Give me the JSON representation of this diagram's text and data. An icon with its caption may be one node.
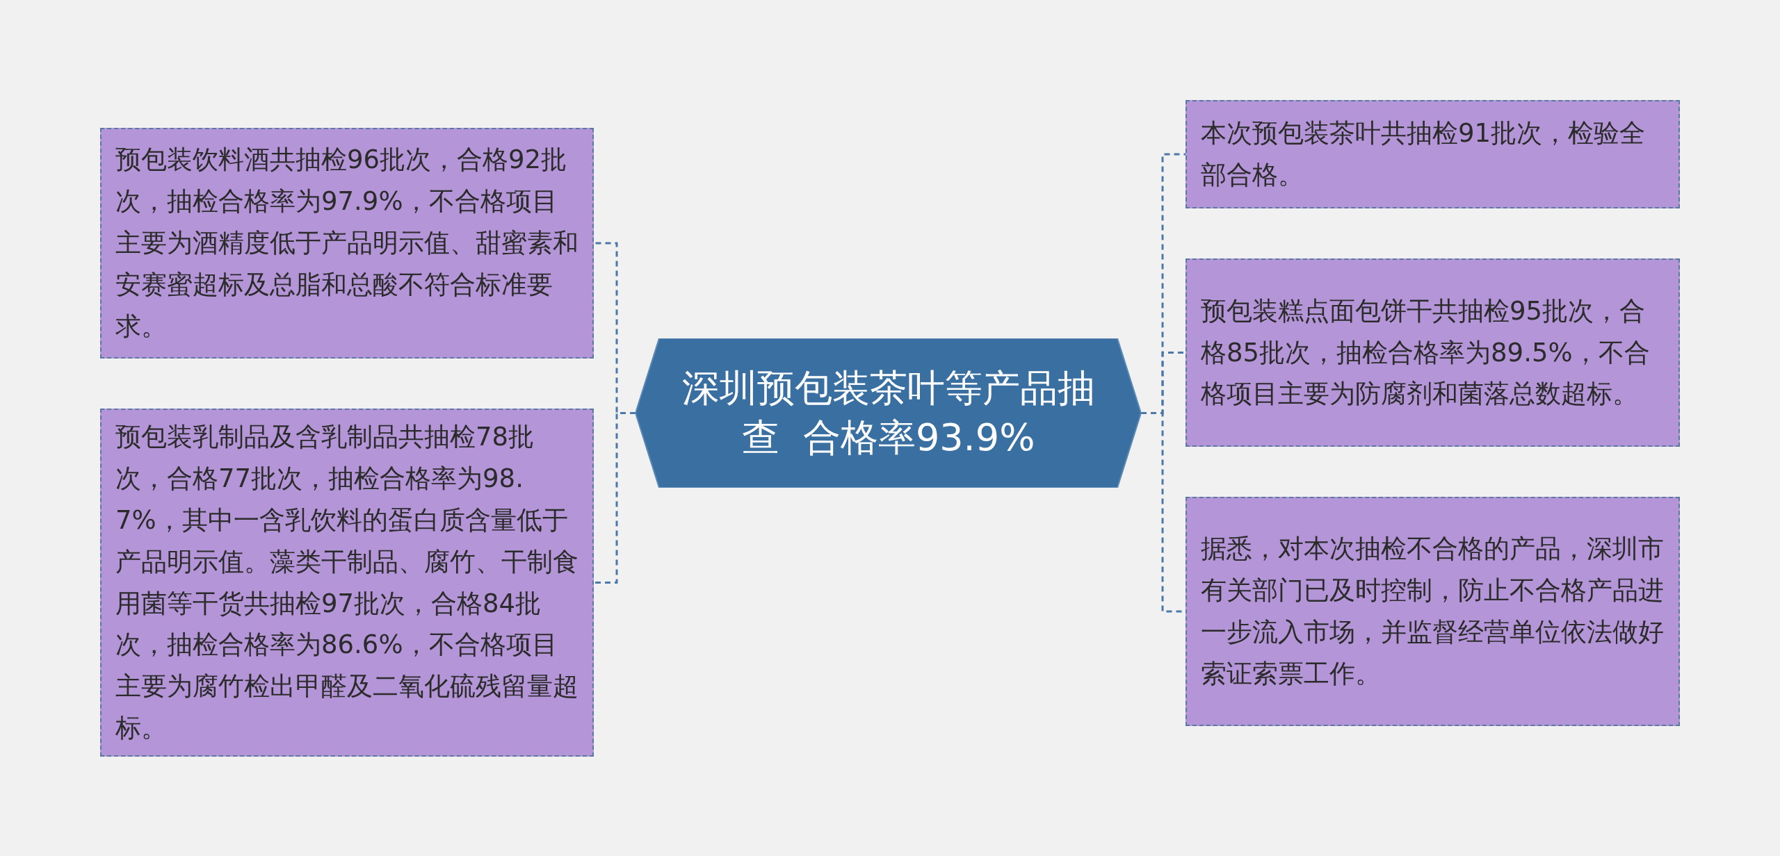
{
  "diagram": {
    "nodes": [
      {
        "text": [
          "深圳预包装茶叶等产品抽查  合格率93.9%"
        ]
      },
      {
        "text": [
          "预包装饮料酒共抽检96批次，合格92批次，抽检合格率为97.9%，不合格项目主要为酒精度低于产品明示值、甜蜜素和安赛蜜超标及总脂和总酸不符合标准要求。"
        ]
      },
      {
        "text": [
          "预包装乳制品及含乳制品共抽检78批次，合格77批次，抽检合格率为98.7%，其中一含乳饮料的蛋白质含量低于产品明示值。藻类干制品、腐竹、干制食用菌等干货共抽检97批次，合格84批次，抽检合格率为86.6%，不合格项目主要为腐竹检出甲醛及二氧化硫残留量超标。"
        ]
      },
      {
        "text": [
          "本次预包装茶叶共抽检91批次，检验全部合格。"
        ]
      },
      {
        "text": [
          "预包装糕点面包饼干共抽检95批次，合格85批次，抽检合格率为89.5%，不合格项目主要为防腐剂和菌落总数超标。"
        ]
      },
      {
        "text": [
          "据悉，对本次抽检不合格的产品，深圳市有关部门已及时控制，防止不合格产品进一步流入市场，并监督经营单位依法做好索证索票工作。"
        ]
      }
    ],
    "edges": [
      {
        "from": 0,
        "to": 1,
        "arrow": "none"
      },
      {
        "from": 0,
        "to": 2,
        "arrow": "none"
      },
      {
        "from": 0,
        "to": 3,
        "arrow": "none"
      },
      {
        "from": 0,
        "to": 4,
        "arrow": "none"
      },
      {
        "from": 0,
        "to": 5,
        "arrow": "none"
      }
    ]
  }
}
